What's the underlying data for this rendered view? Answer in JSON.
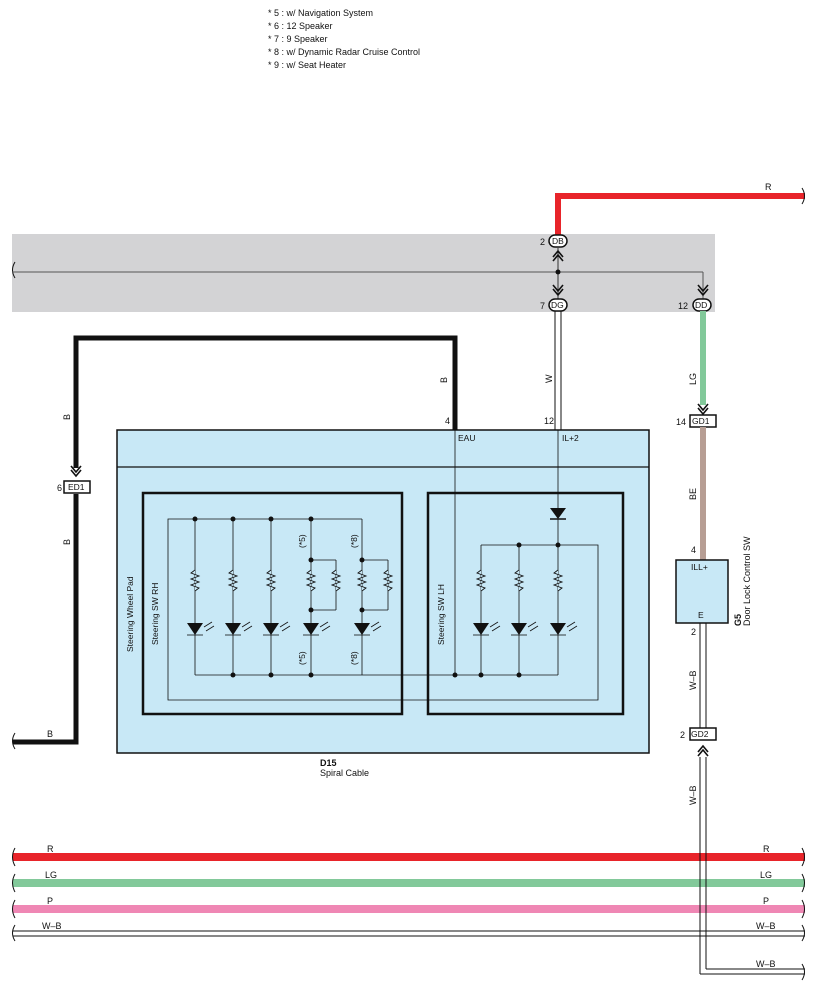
{
  "notes": [
    "* 5 : w/ Navigation System",
    "* 6 : 12 Speaker",
    "* 7 : 9 Speaker",
    "* 8 : w/ Dynamic Radar Cruise Control",
    "* 9 : w/ Seat Heater"
  ],
  "colors": {
    "R": "#e8242a",
    "LG": "#82c99a",
    "P": "#ef87b4",
    "BE": "#b79e94",
    "B": "#111111",
    "panel": "#c8e8f6",
    "junction_block": "#d3d3d5"
  },
  "wires": {
    "top_red": "R",
    "black_left": "B",
    "black_left_lower": "B",
    "black_bottom": "B",
    "black_to_eau": "B",
    "white_to_il": "W",
    "lg_to_gd1": "LG",
    "be_to_ill": "BE",
    "wb_from_e": "W–B",
    "wb_from_gd2": "W–B"
  },
  "connectors": {
    "db": {
      "pin": "2",
      "name": "DB"
    },
    "dg": {
      "pin": "7",
      "name": "DG"
    },
    "dd": {
      "pin": "12",
      "name": "DD"
    },
    "ed1": {
      "pin": "6",
      "name": "ED1"
    },
    "gd1": {
      "pin": "14",
      "name": "GD1"
    },
    "gd2": {
      "pin": "2",
      "name": "GD2"
    }
  },
  "spiral_cable": {
    "code": "D15",
    "name": "Spiral Cable",
    "pin_eau": "4",
    "label_eau": "EAU",
    "pin_il": "12",
    "label_il": "IL+2",
    "steering_pad": "Steering Wheel Pad",
    "sw_rh": "Steering SW RH",
    "sw_lh": "Steering SW LH",
    "mark_5": "(*5)",
    "mark_8": "(*8)"
  },
  "door_lock": {
    "code": "G5",
    "name": "Door Lock Control SW",
    "pin_ill": "4",
    "label_ill": "ILL+",
    "pin_e": "2",
    "label_e": "E"
  },
  "bus": [
    {
      "label_left": "R",
      "label_right": "R"
    },
    {
      "label_left": "LG",
      "label_right": "LG"
    },
    {
      "label_left": "P",
      "label_right": "P"
    },
    {
      "label_left": "W–B",
      "label_right": "W–B"
    },
    {
      "label_right_bottom": "W–B"
    }
  ]
}
